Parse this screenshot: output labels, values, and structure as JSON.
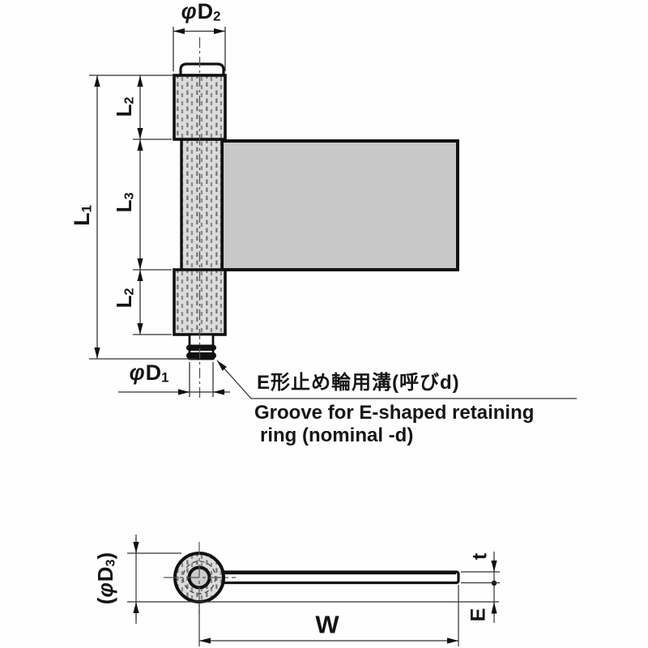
{
  "drawing": {
    "dimension_labels": {
      "d2": {
        "prefix": "φ",
        "base": "D",
        "sub": "2"
      },
      "d1": {
        "prefix": "φ",
        "base": "D",
        "sub": "1"
      },
      "d3_open": "(",
      "d3": {
        "prefix": "φ",
        "base": "D",
        "sub": "3"
      },
      "d3_close": ")",
      "l1": {
        "base": "L",
        "sub": "1"
      },
      "l2": {
        "base": "L",
        "sub": "2"
      },
      "l3": {
        "base": "L",
        "sub": "3"
      },
      "w": "W",
      "t": "t",
      "e": "E"
    },
    "callout": {
      "jp": "E形止め輪用溝(呼びd)",
      "en_line1": "Groove for E-shaped retaining",
      "en_line2": "ring (nominal -d)"
    }
  }
}
